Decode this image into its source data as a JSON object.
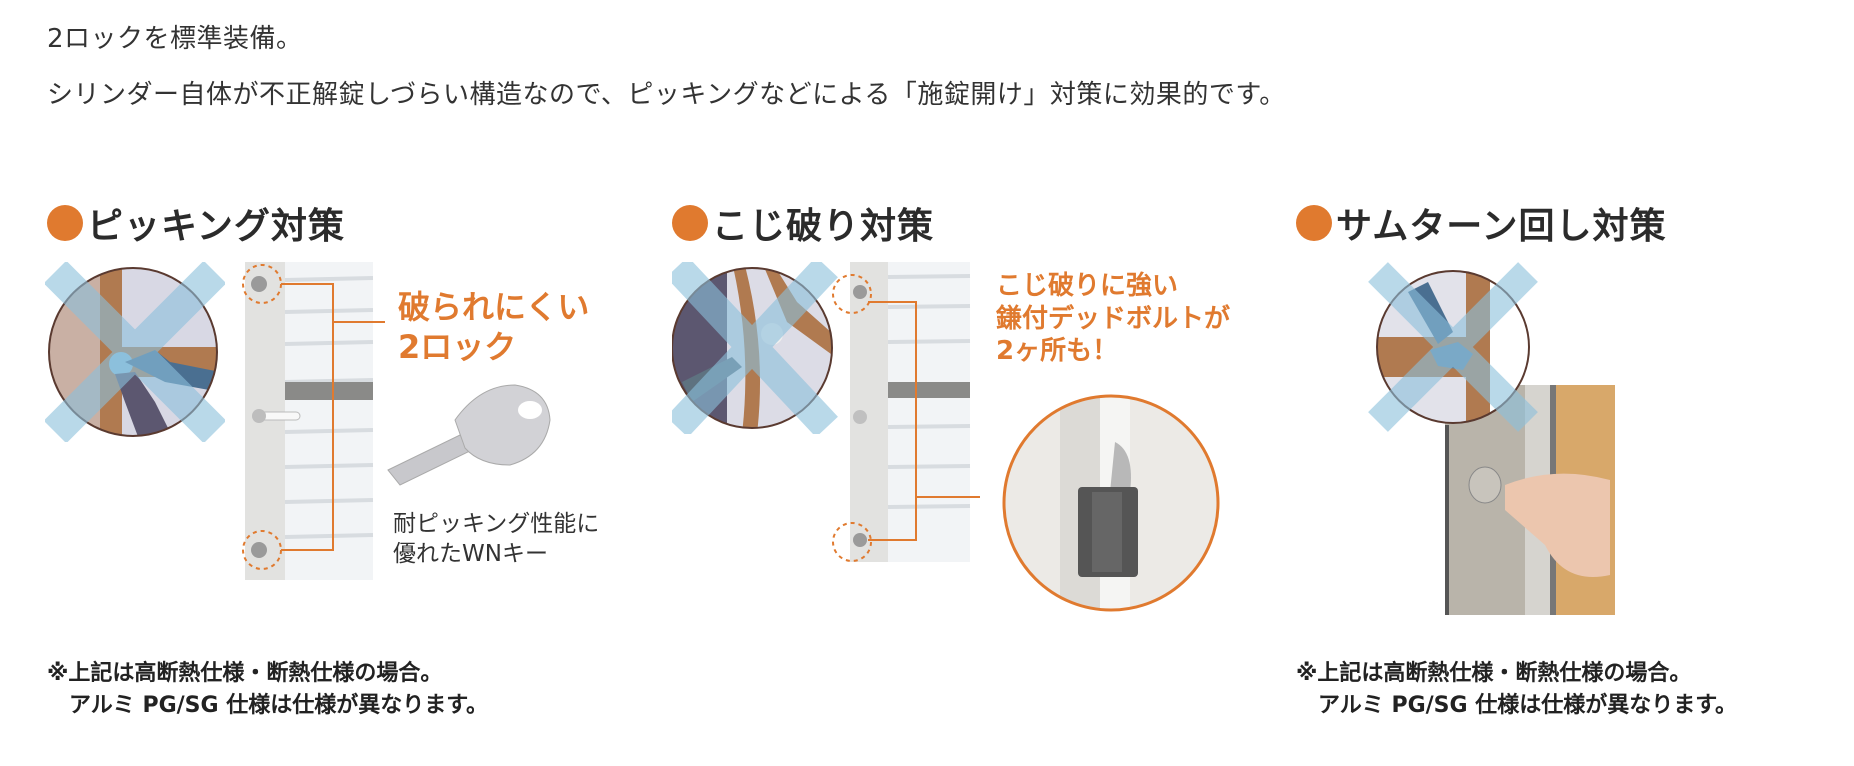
{
  "intro": {
    "line1": "2ロックを標準装備。",
    "line2": "シリンダー自体が不正解錠しづらい構造なので、ピッキングなどによる「施錠開け」対策に効果的です。"
  },
  "colors": {
    "accent": "#e07a2f",
    "text": "#333333",
    "cross_blue": "#8cc0dc"
  },
  "sections": [
    {
      "title": "ピッキング対策",
      "icon": "orange-dot-icon",
      "callout": [
        "破られにくい",
        "2ロック"
      ],
      "caption": [
        "耐ピッキング性能に",
        "優れたWNキー"
      ],
      "note": "※上記は高断熱仕様・断熱仕様の場合。\n　アルミ PG/SG 仕様は仕様が異なります。"
    },
    {
      "title": "こじ破り対策",
      "icon": "orange-dot-icon",
      "callout": [
        "こじ破りに強い",
        "鎌付デッドボルトが",
        "2ヶ所も！"
      ]
    },
    {
      "title": "サムターン回し対策",
      "icon": "orange-dot-icon",
      "note": "※上記は高断熱仕様・断熱仕様の場合。\n　アルミ PG/SG 仕様は仕様が異なります。"
    }
  ]
}
